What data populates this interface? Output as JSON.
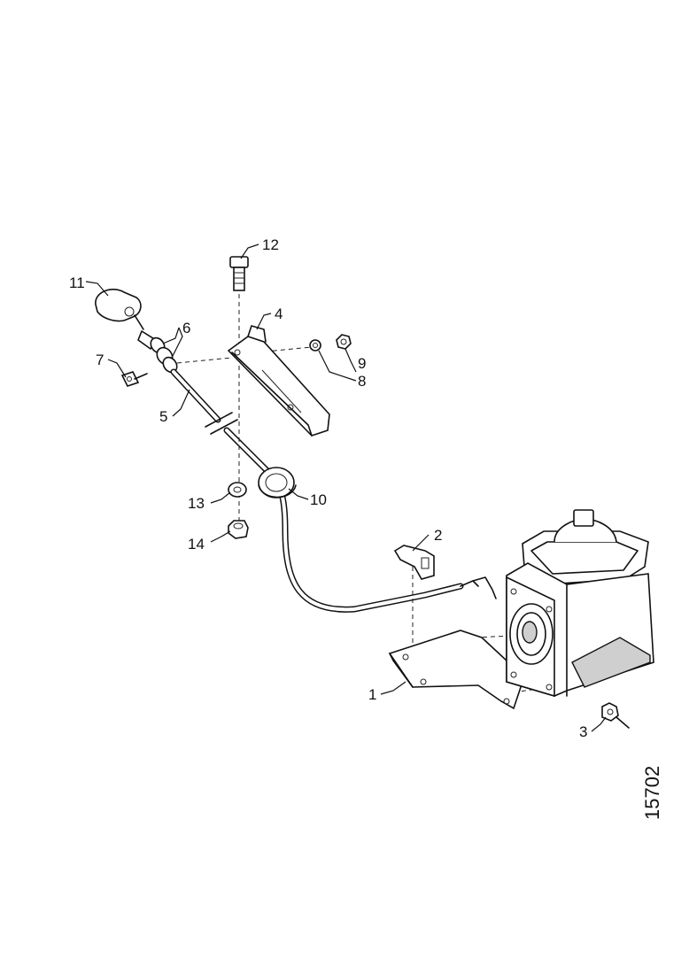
{
  "callouts": {
    "c1": "1",
    "c2": "2",
    "c3": "3",
    "c4": "4",
    "c5": "5",
    "c6": "6",
    "c7": "7",
    "c8": "8",
    "c9": "9",
    "c10": "10",
    "c11": "11",
    "c12": "12",
    "c13": "13",
    "c14": "14"
  },
  "drawing_number": "15702"
}
